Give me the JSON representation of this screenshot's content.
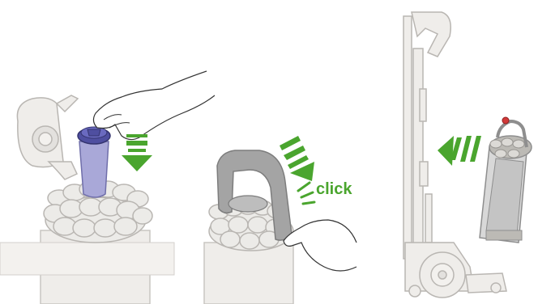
{
  "panels": [
    {
      "name": "insert-filter",
      "arrow": "down-arrow-icon"
    },
    {
      "name": "close-lid",
      "sound_label": "click",
      "arrow": "down-left-arrow-icon"
    },
    {
      "name": "attach-cyclone",
      "arrow": "left-arrow-icon"
    }
  ],
  "colors": {
    "arrow": "#4aa52e",
    "filter_body": "#a9a8d8",
    "filter_cap": "#4f4fa0",
    "lid_grey": "#a4a4a4",
    "outline": "#b9b6b2",
    "body_fill": "#efedea",
    "accent_red": "#d23a3a"
  }
}
